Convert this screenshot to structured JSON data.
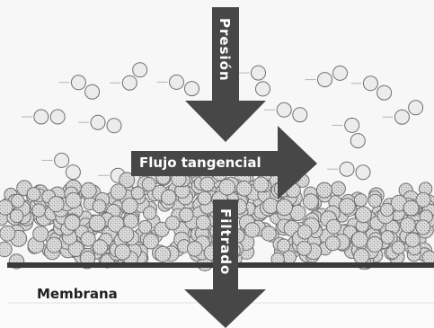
{
  "labels": {
    "pressure": "Presión",
    "tangential_flow": "Flujo tangencial",
    "filtrate": "Filtrado",
    "membrane": "Membrana"
  },
  "colors": {
    "arrow": "#474747",
    "membrane_line": "#3a3a3a",
    "particle_stroke": "#707070",
    "particle_fill": "#d9d9d9",
    "background": "#f7f7f7",
    "filtrate_zone": "#fbfbfb"
  }
}
